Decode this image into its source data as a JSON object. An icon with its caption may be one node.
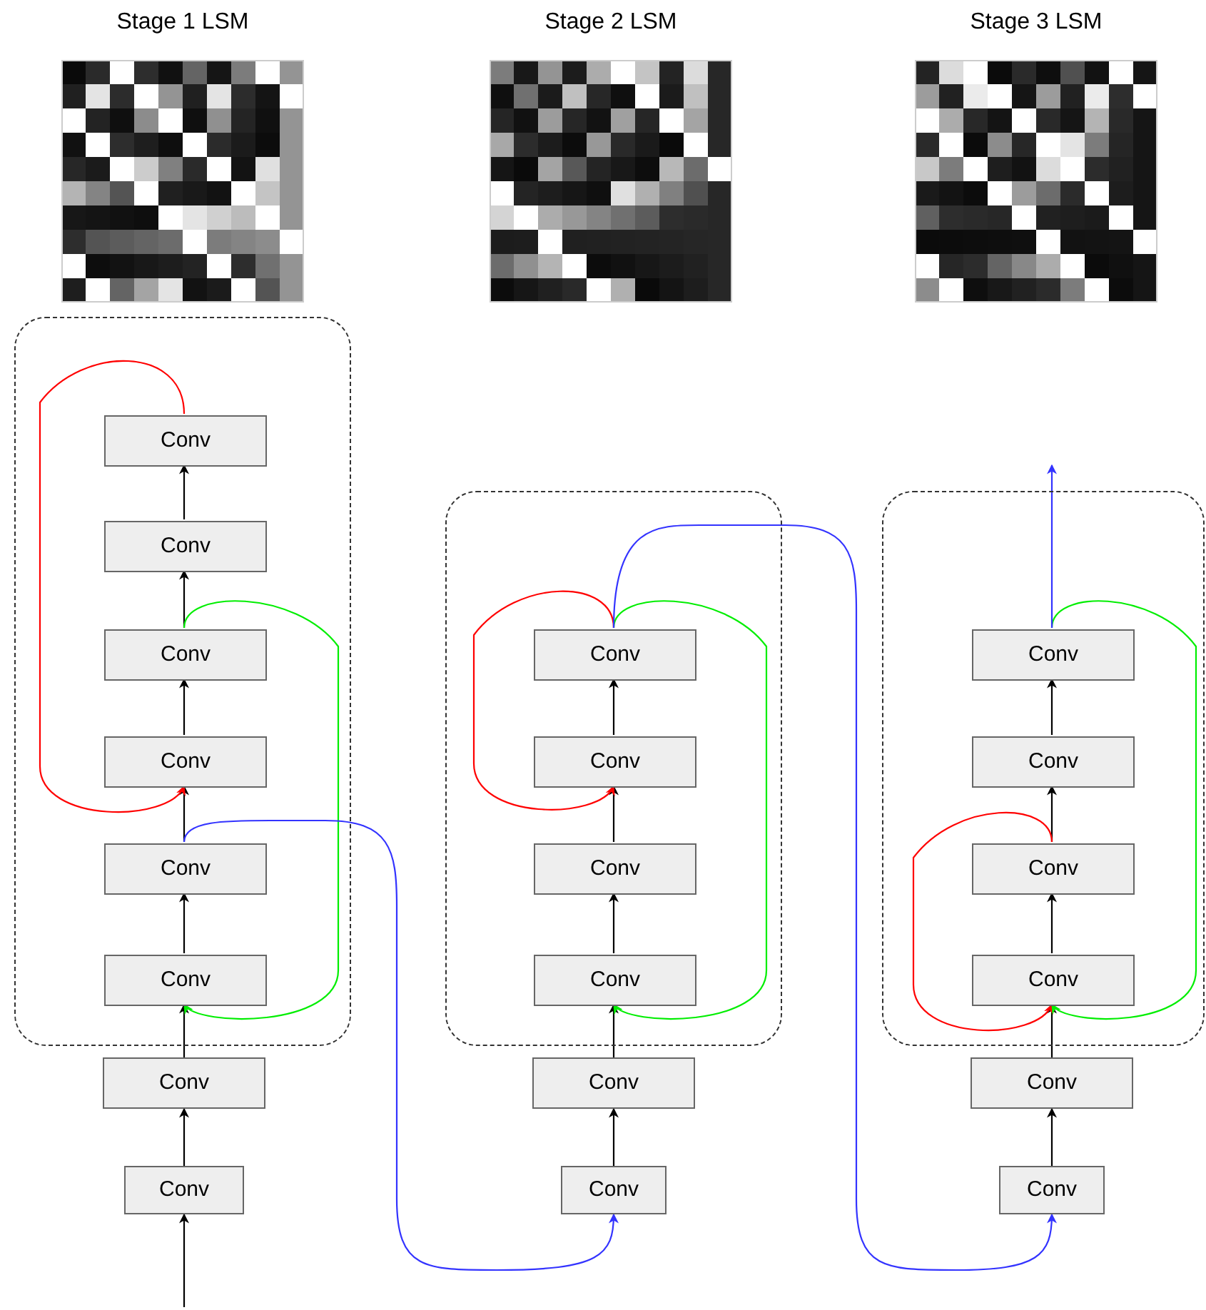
{
  "diagram": {
    "nodes": [
      {
        "text": [
          "Stage 1 LSM"
        ]
      },
      {
        "text": [
          "Stage 2 LSM"
        ]
      },
      {
        "text": [
          "Stage 3 LSM"
        ]
      },
      {
        "text": [],
        "shape": "box"
      },
      {
        "text": [
          "Conv"
        ],
        "in": 3
      },
      {
        "text": [
          "Conv"
        ],
        "in": 3
      },
      {
        "text": [
          "Conv"
        ],
        "in": 3
      },
      {
        "text": [
          "Conv"
        ],
        "in": 3
      },
      {
        "text": [
          "Conv"
        ],
        "in": 3
      },
      {
        "text": [
          "Conv"
        ],
        "in": 3
      },
      {
        "text": [
          "Conv"
        ]
      },
      {
        "text": [
          "Conv"
        ]
      },
      {
        "text": [],
        "shape": "box"
      },
      {
        "text": [
          "Conv"
        ],
        "in": 12
      },
      {
        "text": [
          "Conv"
        ],
        "in": 12
      },
      {
        "text": [
          "Conv"
        ],
        "in": 12
      },
      {
        "text": [
          "Conv"
        ],
        "in": 12
      },
      {
        "text": [
          "Conv"
        ]
      },
      {
        "text": [
          "Conv"
        ]
      },
      {
        "text": [],
        "shape": "box"
      },
      {
        "text": [
          "Conv"
        ],
        "in": 19
      },
      {
        "text": [
          "Conv"
        ],
        "in": 19
      },
      {
        "text": [
          "Conv"
        ],
        "in": 19
      },
      {
        "text": [
          "Conv"
        ],
        "in": 19
      },
      {
        "text": [
          "Conv"
        ]
      },
      {
        "text": [
          "Conv"
        ]
      }
    ],
    "edges": [
      {
        "from": null,
        "to": 11,
        "arrow": "to"
      },
      {
        "from": 11,
        "to": 10,
        "arrow": "to"
      },
      {
        "from": 10,
        "to": 9,
        "arrow": "to"
      },
      {
        "from": 9,
        "to": 8,
        "arrow": "to"
      },
      {
        "from": 8,
        "to": 7,
        "arrow": "to"
      },
      {
        "from": 7,
        "to": 6,
        "arrow": "to"
      },
      {
        "from": 6,
        "to": 5,
        "arrow": "to"
      },
      {
        "from": 5,
        "to": 4,
        "arrow": "to"
      },
      {
        "from": 4,
        "to": 7,
        "arrow": "to",
        "color": "#ff0000"
      },
      {
        "from": 6,
        "to": 9,
        "arrow": "to",
        "color": "#00ee00"
      },
      {
        "from": 8,
        "to": 18,
        "arrow": "to",
        "color": "#3333ff"
      },
      {
        "from": 18,
        "to": 17,
        "arrow": "to"
      },
      {
        "from": 17,
        "to": 16,
        "arrow": "to"
      },
      {
        "from": 16,
        "to": 15,
        "arrow": "to"
      },
      {
        "from": 15,
        "to": 14,
        "arrow": "to"
      },
      {
        "from": 14,
        "to": 13,
        "arrow": "to"
      },
      {
        "from": 13,
        "to": 14,
        "arrow": "to",
        "color": "#ff0000"
      },
      {
        "from": 13,
        "to": 16,
        "arrow": "to",
        "color": "#00ee00"
      },
      {
        "from": 13,
        "to": 25,
        "arrow": "to",
        "color": "#3333ff"
      },
      {
        "from": 25,
        "to": 24,
        "arrow": "to"
      },
      {
        "from": 24,
        "to": 23,
        "arrow": "to"
      },
      {
        "from": 23,
        "to": 22,
        "arrow": "to"
      },
      {
        "from": 22,
        "to": 21,
        "arrow": "to"
      },
      {
        "from": 21,
        "to": 20,
        "arrow": "to"
      },
      {
        "from": 22,
        "to": 23,
        "arrow": "to",
        "color": "#ff0000"
      },
      {
        "from": 20,
        "to": 23,
        "arrow": "to",
        "color": "#00ee00"
      },
      {
        "from": 20,
        "to": null,
        "arrow": "to",
        "color": "#3333ff"
      }
    ]
  }
}
